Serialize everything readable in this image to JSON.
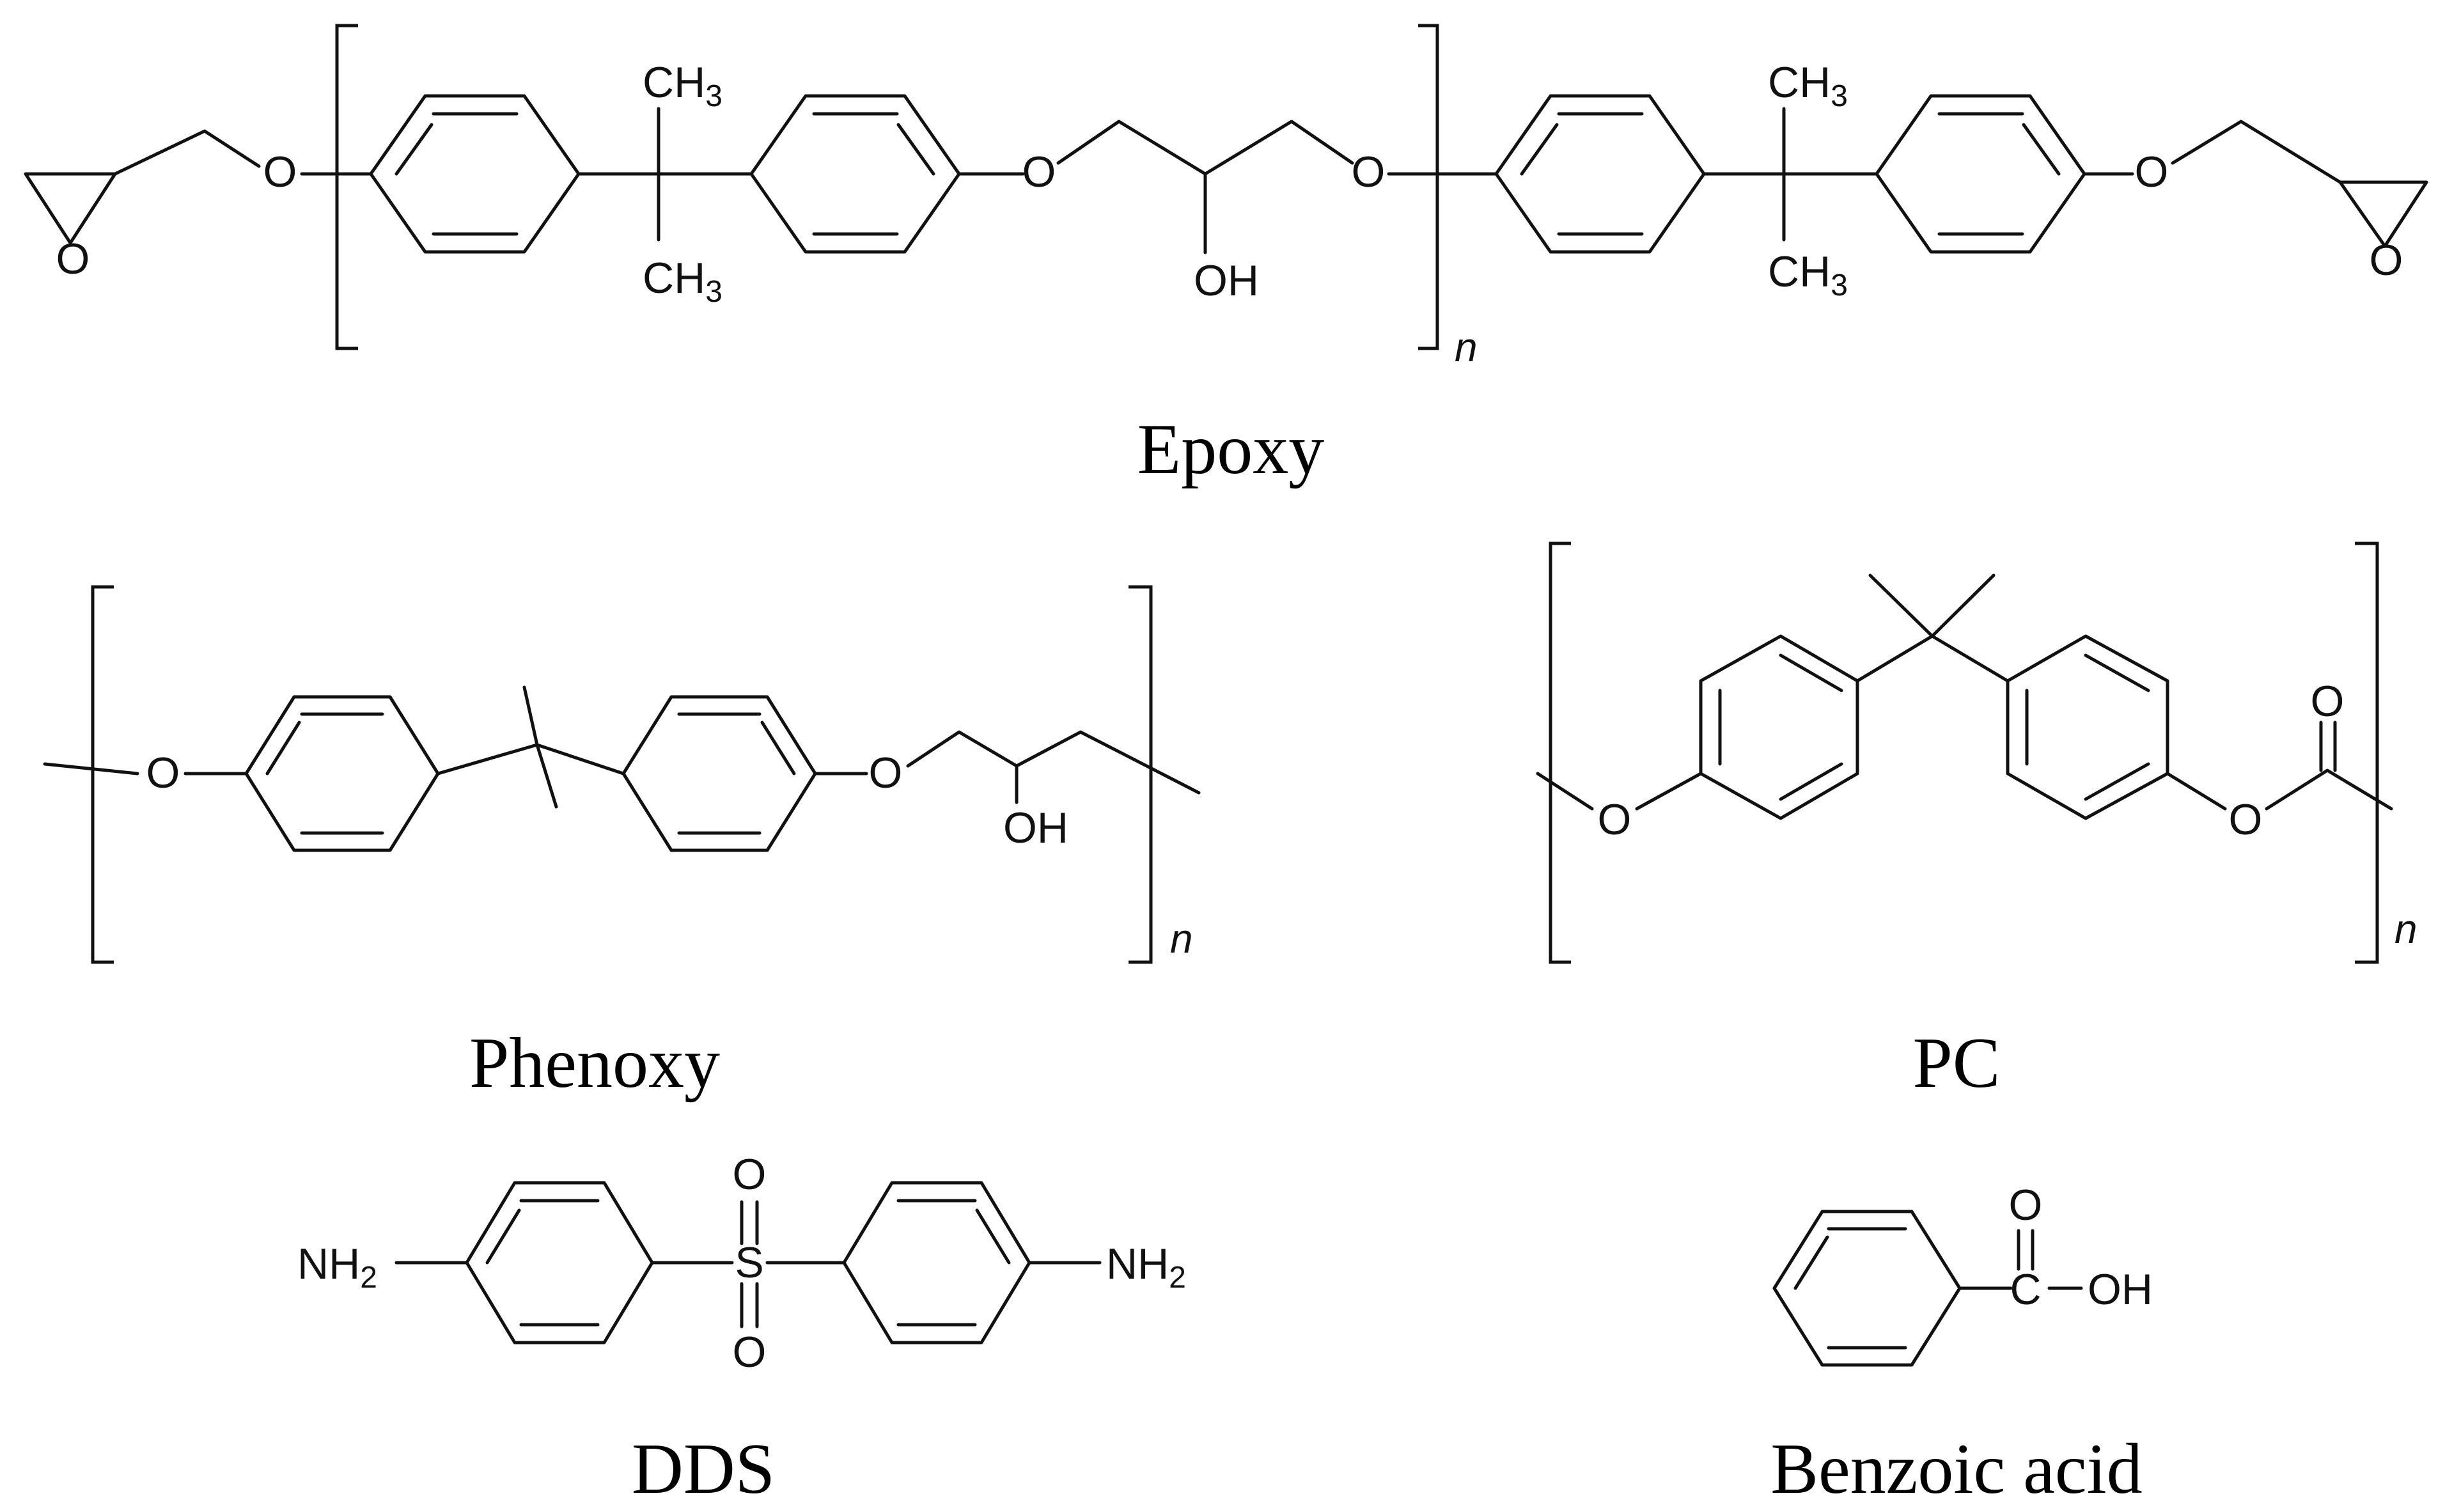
{
  "molecules": [
    {
      "caption": "Epoxy",
      "atoms": {
        "o1": "O",
        "o2": "O",
        "o3": "O",
        "o4": "O",
        "o5": "O",
        "o6": "O",
        "ch3": "CH",
        "sub3": "3",
        "oh": "OH"
      },
      "repeat_label": "n"
    },
    {
      "caption": "Phenoxy",
      "atoms": {
        "o1": "O",
        "o2": "O",
        "oh": "OH"
      },
      "repeat_label": "n"
    },
    {
      "caption": "PC",
      "atoms": {
        "o1": "O",
        "o2": "O",
        "o_carbonyl": "O"
      },
      "repeat_label": "n"
    },
    {
      "caption": "DDS",
      "atoms": {
        "nh": "NH",
        "sub2": "2",
        "s": "S",
        "o": "O"
      }
    },
    {
      "caption": "Benzoic acid",
      "atoms": {
        "c": "C",
        "o": "O",
        "oh": "OH"
      }
    }
  ],
  "colors": {
    "ink": "#111111",
    "background": "#ffffff"
  }
}
